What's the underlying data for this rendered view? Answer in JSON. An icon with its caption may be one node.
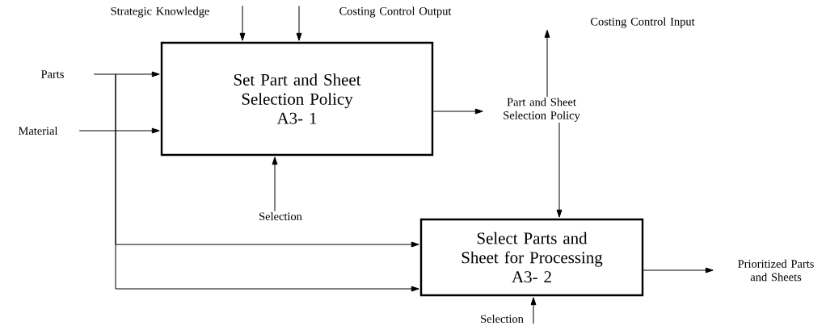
{
  "diagram": {
    "nodes": [
      {
        "text": [
          "Strategic Knowledge"
        ]
      },
      {
        "text": [
          "Costing Control Output"
        ]
      },
      {
        "text": [
          "Costing Control Input"
        ]
      },
      {
        "text": [
          "Parts"
        ]
      },
      {
        "text": [
          "Material"
        ]
      },
      {
        "text": [
          "Set Part and Sheet Selection Policy",
          "A3- 1"
        ]
      },
      {
        "text": [
          "Part and Sheet Selection Policy"
        ]
      },
      {
        "text": [
          "Selection"
        ]
      },
      {
        "text": [
          "Select Parts and Sheet for Processing",
          "A3- 2"
        ]
      },
      {
        "text": [
          "Prioritized Parts and Sheets"
        ]
      },
      {
        "text": [
          "Selection"
        ]
      }
    ],
    "edges": [
      {
        "from": 0,
        "to": 5,
        "arrow": "to"
      },
      {
        "from": 1,
        "to": 5,
        "arrow": "to"
      },
      {
        "from": 3,
        "to": 5,
        "arrow": "to"
      },
      {
        "from": 4,
        "to": 5,
        "arrow": "to"
      },
      {
        "from": 3,
        "to": 8,
        "arrow": "to"
      },
      {
        "from": 3,
        "to": 8,
        "arrow": "to"
      },
      {
        "from": 7,
        "to": 5,
        "arrow": "to"
      },
      {
        "from": 5,
        "to": 6,
        "arrow": "to"
      },
      {
        "from": 6,
        "to": 2,
        "arrow": "to"
      },
      {
        "from": 6,
        "to": 8,
        "arrow": "to"
      },
      {
        "from": 8,
        "to": 9,
        "arrow": "to"
      },
      {
        "from": 10,
        "to": 8,
        "arrow": "to"
      }
    ]
  }
}
